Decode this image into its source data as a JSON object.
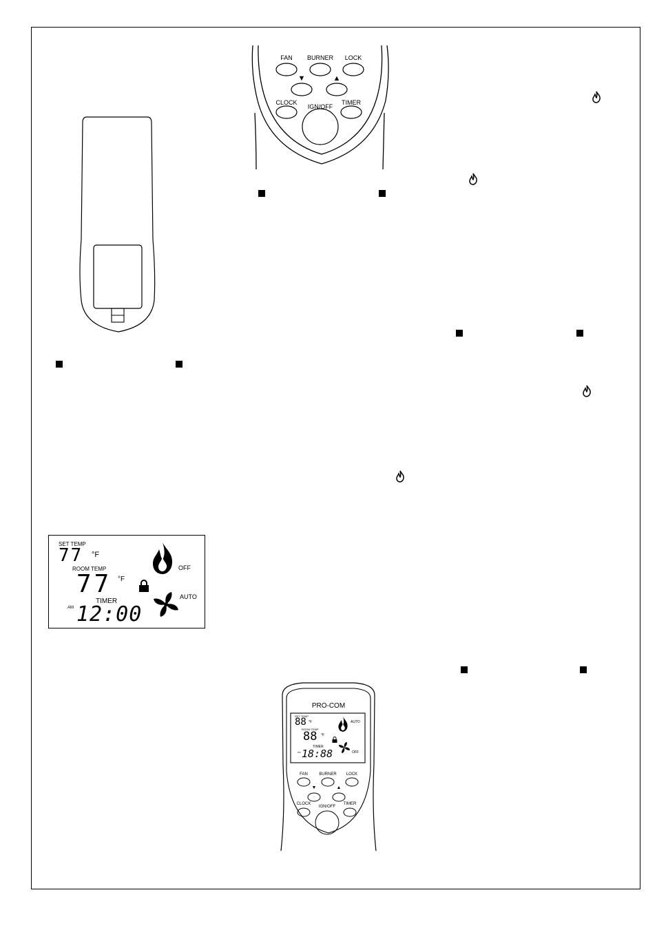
{
  "remote_top": {
    "buttons": {
      "fan": "FAN",
      "burner": "BURNER",
      "lock": "LOCK",
      "clock": "CLOCK",
      "ign_off": "IGN/OFF",
      "timer": "TIMER"
    },
    "down_arrow": "▼",
    "up_arrow": "▲"
  },
  "lcd_display": {
    "set_temp_label": "SET TEMP",
    "set_temp_value": "77",
    "set_temp_unit": "°F",
    "room_temp_label": "ROOM TEMP",
    "room_temp_value": "77",
    "room_temp_unit": "°F",
    "timer_label": "TIMER",
    "am_pm": "AM",
    "time": "12:00",
    "flame_status": "OFF",
    "fan_status": "AUTO"
  },
  "remote_bottom": {
    "brand": "PRO-COM",
    "lcd": {
      "set_temp_label": "SET TEMP",
      "set_temp_value": "88",
      "set_temp_unit": "°F",
      "room_temp_label": "ROOM TEMP",
      "room_temp_value": "88",
      "room_temp_unit": "°F",
      "timer_label": "TIMER",
      "am_pm": "PM",
      "time": "18:88",
      "flame_status": "AUTO",
      "fan_status": "OFF"
    },
    "buttons": {
      "fan": "FAN",
      "burner": "BURNER",
      "lock": "LOCK",
      "clock": "CLOCK",
      "ign_off": "IGN/OFF",
      "timer": "TIMER"
    },
    "down_arrow": "▼",
    "up_arrow": "▲"
  },
  "icons": {
    "bullet": "square-bullet-icon",
    "flame": "flame-icon",
    "fan": "fan-icon",
    "lock": "lock-icon"
  }
}
